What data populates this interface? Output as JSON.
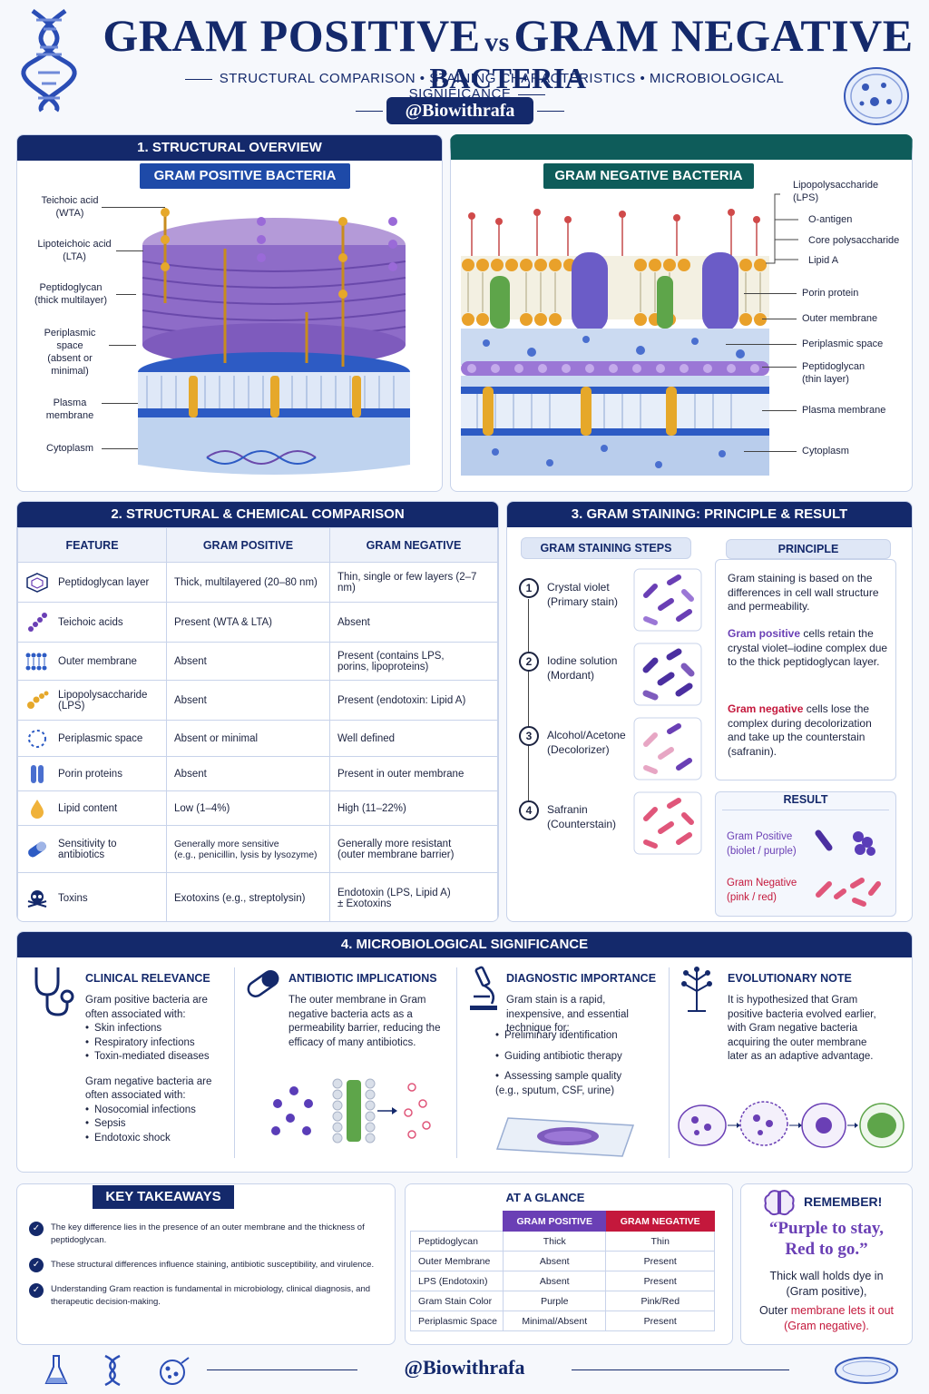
{
  "header": {
    "title_a": "GRAM POSITIVE",
    "title_vs": "vs",
    "title_b": "GRAM NEGATIVE",
    "title_c": "BACTERIA",
    "subtitle": "STRUCTURAL COMPARISON • STAINING CHARACTERISTICS • MICROBIOLOGICAL SIGNIFICANCE",
    "handle": "@Biowithrafa"
  },
  "section1": {
    "title": "1. STRUCTURAL OVERVIEW",
    "pos_tag": "GRAM POSITIVE BACTERIA",
    "neg_tag": "GRAM NEGATIVE BACTERIA",
    "pos_labels": [
      "Teichoic acid\n(WTA)",
      "Lipoteichoic acid\n(LTA)",
      "Peptidoglycan\n(thick multilayer)",
      "Periplasmic\nspace\n(absent or\nminimal)",
      "Plasma\nmembrane",
      "Cytoplasm"
    ],
    "neg_labels": {
      "lps": "Lipopolysaccharide\n(LPS)",
      "o_antigen": "O-antigen",
      "core": "Core polysaccharide",
      "lipid_a": "Lipid A",
      "porin": "Porin protein",
      "outer": "Outer membrane",
      "peri": "Periplasmic space",
      "pg": "Peptidoglycan\n(thin layer)",
      "plasma": "Plasma membrane",
      "cyto": "Cytoplasm"
    }
  },
  "section2": {
    "title": "2. STRUCTURAL & CHEMICAL COMPARISON",
    "headers": [
      "FEATURE",
      "GRAM POSITIVE",
      "GRAM NEGATIVE"
    ],
    "rows": [
      {
        "icon": "peptidoglycan-icon",
        "feature": "Peptidoglycan layer",
        "pos": "Thick, multilayered (20–80 nm)",
        "neg": "Thin, single or few layers (2–7 nm)"
      },
      {
        "icon": "teichoic-icon",
        "feature": "Teichoic acids",
        "pos": "Present (WTA & LTA)",
        "neg": "Absent"
      },
      {
        "icon": "membrane-icon",
        "feature": "Outer membrane",
        "pos": "Absent",
        "neg": "Present (contains LPS,\nporins, lipoproteins)"
      },
      {
        "icon": "lps-icon",
        "feature": "Lipopolysaccharide\n(LPS)",
        "pos": "Absent",
        "neg": "Present (endotoxin: Lipid A)"
      },
      {
        "icon": "periplasm-icon",
        "feature": "Periplasmic space",
        "pos": "Absent or minimal",
        "neg": "Well defined"
      },
      {
        "icon": "porin-icon",
        "feature": "Porin proteins",
        "pos": "Absent",
        "neg": "Present in outer membrane"
      },
      {
        "icon": "lipid-drop-icon",
        "feature": "Lipid content",
        "pos": "Low (1–4%)",
        "neg": "High (11–22%)"
      },
      {
        "icon": "capsule-icon",
        "feature": "Sensitivity to\nantibiotics",
        "pos": "Generally more sensitive\n(e.g., penicillin, lysis by lysozyme)",
        "neg": "Generally more resistant\n(outer membrane barrier)"
      },
      {
        "icon": "skull-icon",
        "feature": "Toxins",
        "pos": "Exotoxins (e.g., streptolysin)",
        "neg": "Endotoxin (LPS, Lipid A)\n± Exotoxins"
      }
    ]
  },
  "section3": {
    "title": "3. GRAM STAINING: PRINCIPLE & RESULT",
    "steps_title": "GRAM STAINING STEPS",
    "steps": [
      {
        "num": "1",
        "text": "Crystal violet\n(Primary stain)"
      },
      {
        "num": "2",
        "text": "Iodine solution\n(Mordant)"
      },
      {
        "num": "3",
        "text": "Alcohol/Acetone\n(Decolorizer)"
      },
      {
        "num": "4",
        "text": "Safranin\n(Counterstain)"
      }
    ],
    "principle_title": "PRINCIPLE",
    "principle_p1": "Gram staining is based on the differences in cell wall structure and permeability.",
    "principle_p2_em": "Gram positive",
    "principle_p2": " cells retain the crystal violet–iodine complex due to the thick peptidoglycan layer.",
    "principle_p3_em": "Gram negative",
    "principle_p3": " cells lose the complex during decolorization and take up the counterstain (safranin).",
    "result_title": "RESULT",
    "result_pos": "Gram Positive\n(biolet / purple)",
    "result_neg": "Gram Negative\n(pink / red)"
  },
  "section4": {
    "title": "4. MICROBIOLOGICAL SIGNIFICANCE",
    "clinical_title": "CLINICAL RELEVANCE",
    "clinical_pos_intro": "Gram positive bacteria are often associated with:",
    "clinical_pos_items": [
      "Skin infections",
      "Respiratory infections",
      "Toxin-mediated diseases"
    ],
    "clinical_neg_intro": "Gram negative bacteria are often associated with:",
    "clinical_neg_items": [
      "Nosocomial infections",
      "Sepsis",
      "Endotoxic shock"
    ],
    "antibiotic_title": "ANTIBIOTIC IMPLICATIONS",
    "antibiotic_text": "The outer membrane in Gram negative bacteria acts as a permeability barrier, reducing the efficacy of many antibiotics.",
    "diag_title": "DIAGNOSTIC IMPORTANCE",
    "diag_intro": "Gram stain is a rapid, inexpensive, and essential technique for:",
    "diag_items": [
      "Preliminary identification",
      "Guiding antibiotic therapy",
      "Assessing sample quality\n(e.g., sputum, CSF, urine)"
    ],
    "evo_title": "EVOLUTIONARY NOTE",
    "evo_text": "It is hypothesized that Gram positive bacteria evolved earlier, with Gram negative bacteria acquiring the outer membrane later as an adaptive advantage."
  },
  "takeaways": {
    "title": "KEY TAKEAWAYS",
    "items": [
      "The key difference lies in the presence of an outer membrane and the thickness of peptidoglycan.",
      "These structural differences influence staining, antibiotic susceptibility, and virulence.",
      "Understanding Gram reaction is fundamental in microbiology, clinical diagnosis, and therapeutic decision-making."
    ]
  },
  "glance": {
    "title": "AT A GLANCE",
    "col_pos": "GRAM POSITIVE",
    "col_neg": "GRAM NEGATIVE",
    "rows": [
      {
        "k": "Peptidoglycan",
        "pos": "Thick",
        "neg": "Thin"
      },
      {
        "k": "Outer Membrane",
        "pos": "Absent",
        "neg": "Present"
      },
      {
        "k": "LPS (Endotoxin)",
        "pos": "Absent",
        "neg": "Present"
      },
      {
        "k": "Gram Stain Color",
        "pos": "Purple",
        "neg": "Pink/Red"
      },
      {
        "k": "Periplasmic Space",
        "pos": "Minimal/Absent",
        "neg": "Present"
      }
    ]
  },
  "remember": {
    "title": "REMEMBER!",
    "quote": "“Purple to stay,\nRed to go.”",
    "line1": "Thick wall holds dye in\n(Gram positive),",
    "line2_a": "Outer ",
    "line2_b": "membrane lets it out\n(Gram negative)."
  },
  "footer": {
    "handle": "@Biowithrafa"
  },
  "colors": {
    "navy": "#14296b",
    "purple": "#6a3fb5",
    "teal": "#0e5c5a",
    "red": "#c4183c",
    "pink": "#e0567a"
  }
}
